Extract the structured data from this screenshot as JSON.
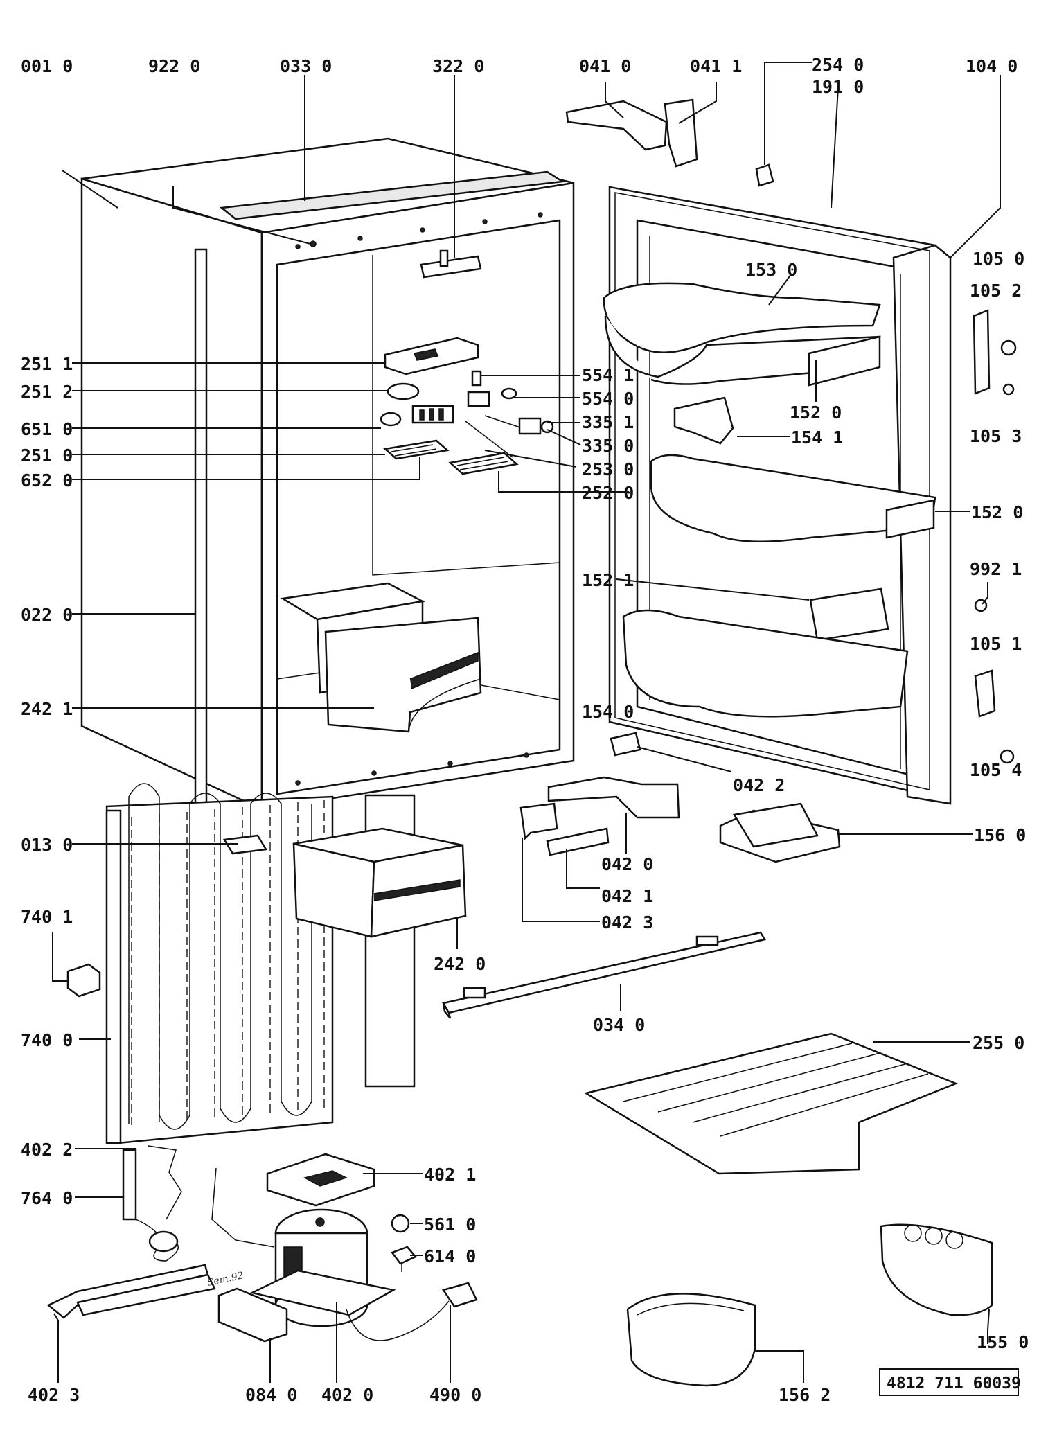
{
  "labels": [
    {
      "id": "l001_0",
      "text": "001 0"
    },
    {
      "id": "l922_0",
      "text": "922 0"
    },
    {
      "id": "l033_0",
      "text": "033 0"
    },
    {
      "id": "l322_0",
      "text": "322 0"
    },
    {
      "id": "l041_0",
      "text": "041 0"
    },
    {
      "id": "l041_1",
      "text": "041 1"
    },
    {
      "id": "l254_0",
      "text": "254 0"
    },
    {
      "id": "l191_0",
      "text": "191 0"
    },
    {
      "id": "l104_0",
      "text": "104 0"
    },
    {
      "id": "l105_0",
      "text": "105 0"
    },
    {
      "id": "l105_2",
      "text": "105 2"
    },
    {
      "id": "l153_0",
      "text": "153 0"
    },
    {
      "id": "l251_1",
      "text": "251 1"
    },
    {
      "id": "l251_2",
      "text": "251 2"
    },
    {
      "id": "l651_0",
      "text": "651 0"
    },
    {
      "id": "l251_0",
      "text": "251 0"
    },
    {
      "id": "l652_0",
      "text": "652 0"
    },
    {
      "id": "l554_1",
      "text": "554 1"
    },
    {
      "id": "l554_0",
      "text": "554 0"
    },
    {
      "id": "l335_1",
      "text": "335 1"
    },
    {
      "id": "l335_0",
      "text": "335 0"
    },
    {
      "id": "l253_0",
      "text": "253 0"
    },
    {
      "id": "l252_0",
      "text": "252 0"
    },
    {
      "id": "l152_0a",
      "text": "152 0"
    },
    {
      "id": "l154_1",
      "text": "154 1"
    },
    {
      "id": "l105_3",
      "text": "105 3"
    },
    {
      "id": "l152_0b",
      "text": "152 0"
    },
    {
      "id": "l992_1",
      "text": "992 1"
    },
    {
      "id": "l152_1",
      "text": "152 1"
    },
    {
      "id": "l105_1",
      "text": "105 1"
    },
    {
      "id": "l022_0",
      "text": "022 0"
    },
    {
      "id": "l154_0",
      "text": "154 0"
    },
    {
      "id": "l242_1",
      "text": "242 1"
    },
    {
      "id": "l105_4",
      "text": "105 4"
    },
    {
      "id": "l042_2",
      "text": "042 2"
    },
    {
      "id": "l013_0",
      "text": "013 0"
    },
    {
      "id": "l156_0",
      "text": "156 0"
    },
    {
      "id": "l042_0",
      "text": "042 0"
    },
    {
      "id": "l042_1",
      "text": "042 1"
    },
    {
      "id": "l740_1",
      "text": "740 1"
    },
    {
      "id": "l042_3",
      "text": "042 3"
    },
    {
      "id": "l242_0",
      "text": "242 0"
    },
    {
      "id": "l034_0",
      "text": "034 0"
    },
    {
      "id": "l740_0",
      "text": "740 0"
    },
    {
      "id": "l255_0",
      "text": "255 0"
    },
    {
      "id": "l402_2",
      "text": "402 2"
    },
    {
      "id": "l402_1",
      "text": "402 1"
    },
    {
      "id": "l764_0",
      "text": "764 0"
    },
    {
      "id": "l561_0",
      "text": "561 0"
    },
    {
      "id": "l614_0",
      "text": "614 0"
    },
    {
      "id": "l155_0",
      "text": "155 0"
    },
    {
      "id": "l402_3",
      "text": "402 3"
    },
    {
      "id": "l084_0",
      "text": "084 0"
    },
    {
      "id": "l402_0",
      "text": "402 0"
    },
    {
      "id": "l490_0",
      "text": "490 0"
    },
    {
      "id": "l156_2",
      "text": "156 2"
    }
  ],
  "document_number": "4812 711 60039",
  "handwritten_note": "Sem.92"
}
